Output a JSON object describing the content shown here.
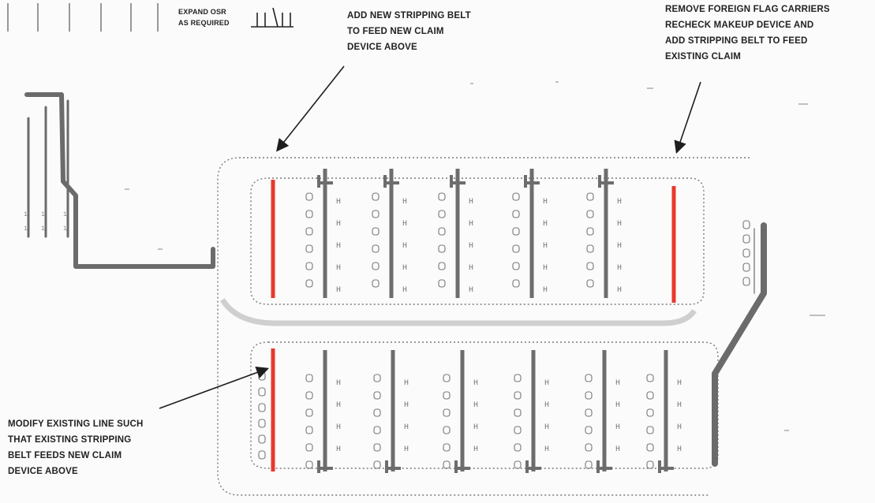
{
  "legend": {
    "line1": "EXPAND OSR",
    "line2": "AS REQUIRED"
  },
  "annotations": {
    "top_center": [
      "ADD NEW STRIPPING BELT",
      "TO FEED NEW CLAIM",
      "DEVICE ABOVE"
    ],
    "top_right": [
      "REMOVE FOREIGN FLAG CARRIERS",
      "RECHECK MAKEUP DEVICE AND",
      "ADD STRIPPING BELT TO FEED",
      "EXISTING CLAIM"
    ],
    "bottom_left": [
      "MODIFY EXISTING LINE SUCH",
      "THAT EXISTING STRIPPING",
      "BELT FEEDS NEW CLAIM",
      "DEVICE ABOVE"
    ]
  },
  "colors": {
    "new_belt": "#e8392b",
    "existing_belt": "#6d6d6d",
    "dotted_boundary": "#7a7a7a",
    "arrow": "#1e1e1e",
    "text": "#222222"
  }
}
